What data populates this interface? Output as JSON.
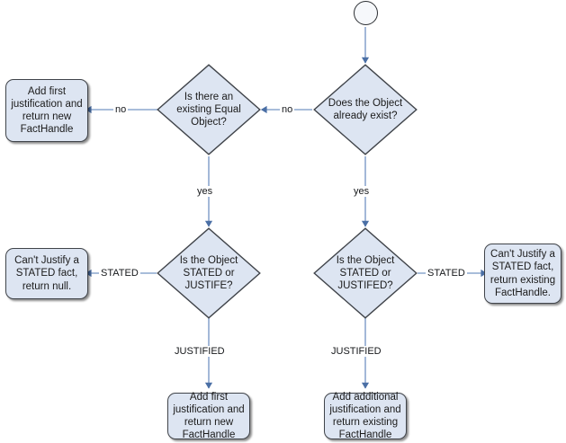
{
  "diagram": {
    "title": "Fact assertion / justification flowchart",
    "colors": {
      "node_fill": "#dde5f2",
      "node_border": "#40444a",
      "connector": "#8ca7ce",
      "arrowhead": "#4a6fa5",
      "text": "#1b1b1b",
      "background": "#ffffff"
    },
    "start": {
      "shape": "circle",
      "label": ""
    },
    "decisions": [
      {
        "id": "does-object-exist",
        "label": "Does the Object\nalready exist?"
      },
      {
        "id": "existing-equal-object",
        "label": "Is there an\nexisting Equal\nObject?"
      },
      {
        "id": "object-stated-or-justife",
        "label": "Is the Object\nSTATED or\nJUSTIFE?"
      },
      {
        "id": "object-stated-or-justifed",
        "label": "Is the Object\nSTATED or\nJUSTIFED?"
      }
    ],
    "processes": [
      {
        "id": "add-first-justification-new-facthandle-top",
        "label": "Add first\njustification and\nreturn new\nFactHandle"
      },
      {
        "id": "cant-justify-return-null",
        "label": "Can't Justify a\nSTATED fact,\nreturn null."
      },
      {
        "id": "cant-justify-return-existing-facthandle",
        "label": "Can't Justify a\nSTATED fact,\nreturn existing\nFactHandle."
      },
      {
        "id": "add-first-justification-new-facthandle-bottom",
        "label": "Add first\njustification and\nreturn new\nFactHandle"
      },
      {
        "id": "add-additional-justification-existing-facthandle",
        "label": "Add additional\njustification and\nreturn existing\nFactHandle"
      }
    ],
    "edge_labels": {
      "no_right": "no",
      "no_left": "no",
      "yes_right": "yes",
      "yes_left": "yes",
      "stated_left": "STATED",
      "stated_right": "STATED",
      "justified_left": "JUSTIFIED",
      "justified_right": "JUSTIFIED"
    }
  }
}
